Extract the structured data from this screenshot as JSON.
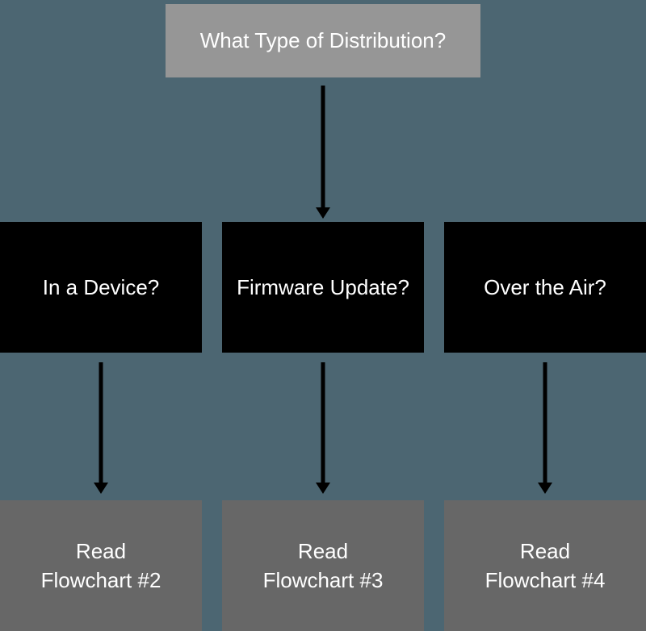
{
  "diagram": {
    "type": "flowchart",
    "root": {
      "label": "What Type of Distribution?"
    },
    "decisions": [
      {
        "label": "In a Device?",
        "leads_to": "Read Flowchart #2"
      },
      {
        "label": "Firmware Update?",
        "leads_to": "Read Flowchart #3"
      },
      {
        "label": "Over the Air?",
        "leads_to": "Read Flowchart #4"
      }
    ],
    "outcomes": [
      {
        "label": "Read Flowchart #2"
      },
      {
        "label": "Read Flowchart #3"
      },
      {
        "label": "Read Flowchart #4"
      }
    ],
    "colors": {
      "background": "#4c6672",
      "root_box": "#969696",
      "decision_box": "#000000",
      "outcome_box": "#676767",
      "text": "#ffffff",
      "arrow": "#000000"
    }
  }
}
